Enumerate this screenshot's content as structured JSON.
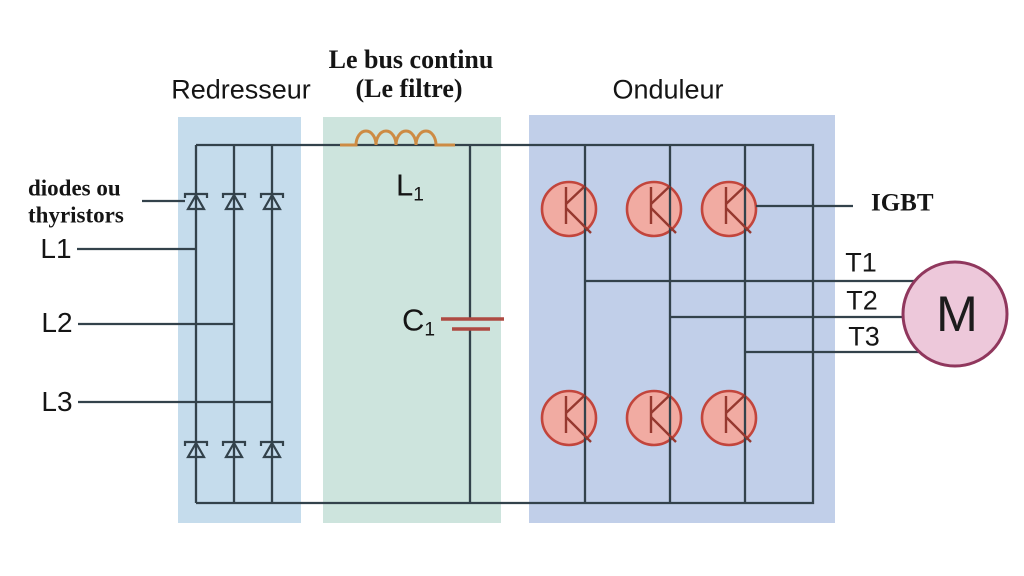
{
  "colors": {
    "rectifier_box": "#c5dcec",
    "dcbus_box": "#cde4dd",
    "inverter_box": "#c1cfe9",
    "wire": "#33424b",
    "transistor_fill": "#f1aba2",
    "transistor_stroke": "#c2453c",
    "transistor_symbol": "#96382f",
    "inductor": "#cd8b44",
    "capacitor": "#ae4a42",
    "motor_fill": "#edc8da",
    "motor_stroke": "#90375d",
    "text": "#151515"
  },
  "sections": {
    "rectifier": {
      "title": "Redresseur"
    },
    "dc_bus": {
      "title_line1": "Le bus continu",
      "title_line2": "(Le filtre)"
    },
    "inverter": {
      "title": "Onduleur"
    }
  },
  "labels": {
    "component_note_line1": "diodes ou",
    "component_note_line2": "thyristors",
    "input_phases": [
      "L1",
      "L2",
      "L3"
    ],
    "inductor_main": "L",
    "inductor_sub": "1",
    "capacitor_main": "C",
    "capacitor_sub": "1",
    "igbt": "IGBT",
    "output_terminals": [
      "T1",
      "T2",
      "T3"
    ],
    "motor": "M"
  }
}
